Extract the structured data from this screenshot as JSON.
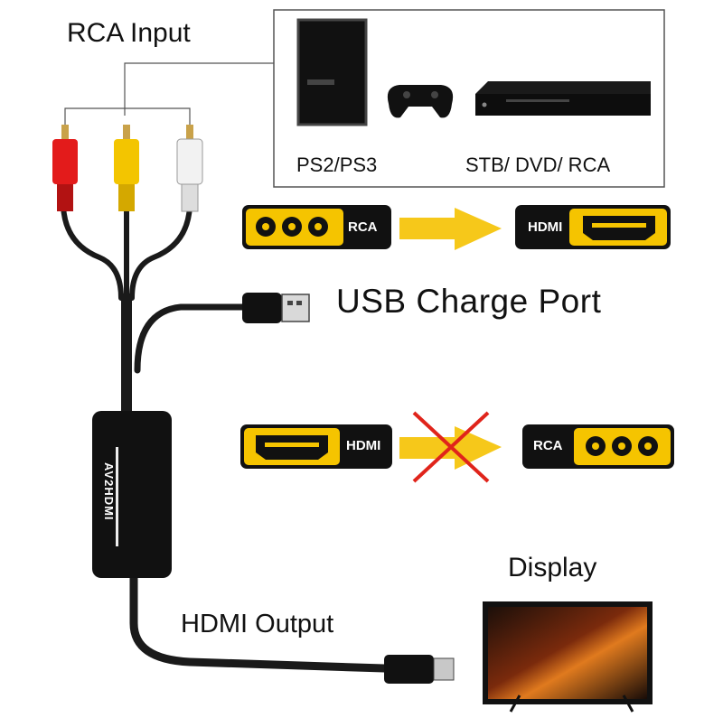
{
  "labels": {
    "rca_input": "RCA Input",
    "ps": "PS2/PS3",
    "stb": "STB/ DVD/ RCA",
    "usb": "USB Charge Port",
    "display": "Display",
    "hdmi_output": "HDMI Output"
  },
  "badges": {
    "supported": {
      "from": "RCA",
      "to": "HDMI"
    },
    "unsupported": {
      "from": "HDMI",
      "to": "RCA"
    }
  },
  "converter_label": "AV2HDMI",
  "colors": {
    "badge_yellow": "#f5c400",
    "arrow_yellow": "#f6c81a",
    "cross_red": "#e0241b",
    "cable_black": "#1a1a1a",
    "rca_red": "#e31b1b",
    "rca_yellow": "#f3c500",
    "rca_white": "#f2f2f2"
  }
}
